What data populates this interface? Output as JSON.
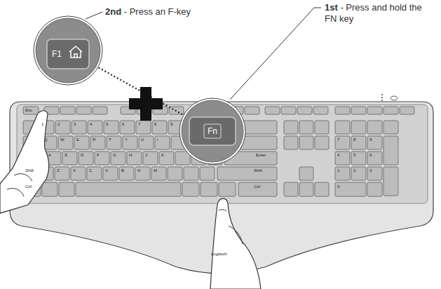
{
  "diagram": {
    "nodes": [
      {
        "text": [
          "F1"
        ]
      },
      {
        "text": [
          "Fn"
        ]
      }
    ],
    "edges": [
      {
        "from": 0,
        "to": 1,
        "arrow": "none"
      }
    ],
    "labels": [
      "2nd - Press an F-key",
      "1st - Press and hold the FN key",
      "Esc",
      "1",
      "2",
      "3",
      "4",
      "5",
      "6",
      "7",
      "8",
      "9",
      "Q",
      "W",
      "E",
      "R",
      "T",
      "Y",
      "U",
      "I",
      "A",
      "S",
      "D",
      "F",
      "G",
      "H",
      "J",
      "K",
      "Z",
      "X",
      "C",
      "V",
      "B",
      "N",
      "M",
      "Shift",
      "Ctrl",
      "Enter",
      "Shift",
      "Ctrl",
      "7",
      "8",
      "9",
      "4",
      "5",
      "6",
      "1",
      "2",
      "3",
      "0",
      "Logitech"
    ]
  }
}
